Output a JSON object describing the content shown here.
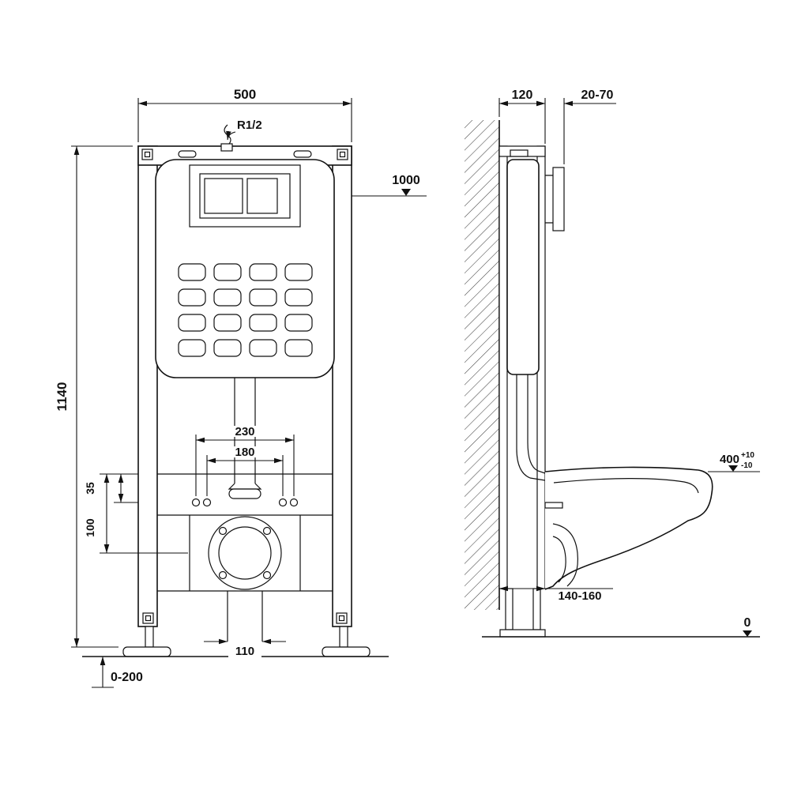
{
  "colors": {
    "background": "#ffffff",
    "ink": "#111111"
  },
  "drawing": {
    "front": {
      "frame_width": "500",
      "frame_height": "1140",
      "inlet_thread": "R1/2",
      "flush_plate_level": "1000",
      "fixing_span_outer": "230",
      "fixing_span_inner": "180",
      "offset_drain": "100",
      "offset_fixings": "35",
      "outlet_width": "110",
      "foot_adjustment": "0-200"
    },
    "side": {
      "frame_depth": "120",
      "plate_distance": "20-70",
      "bowl_level": "400",
      "bowl_level_tol_plus": "+10",
      "bowl_level_tol_minus": "-10",
      "drain_distance": "140-160",
      "floor_level": "0"
    }
  }
}
